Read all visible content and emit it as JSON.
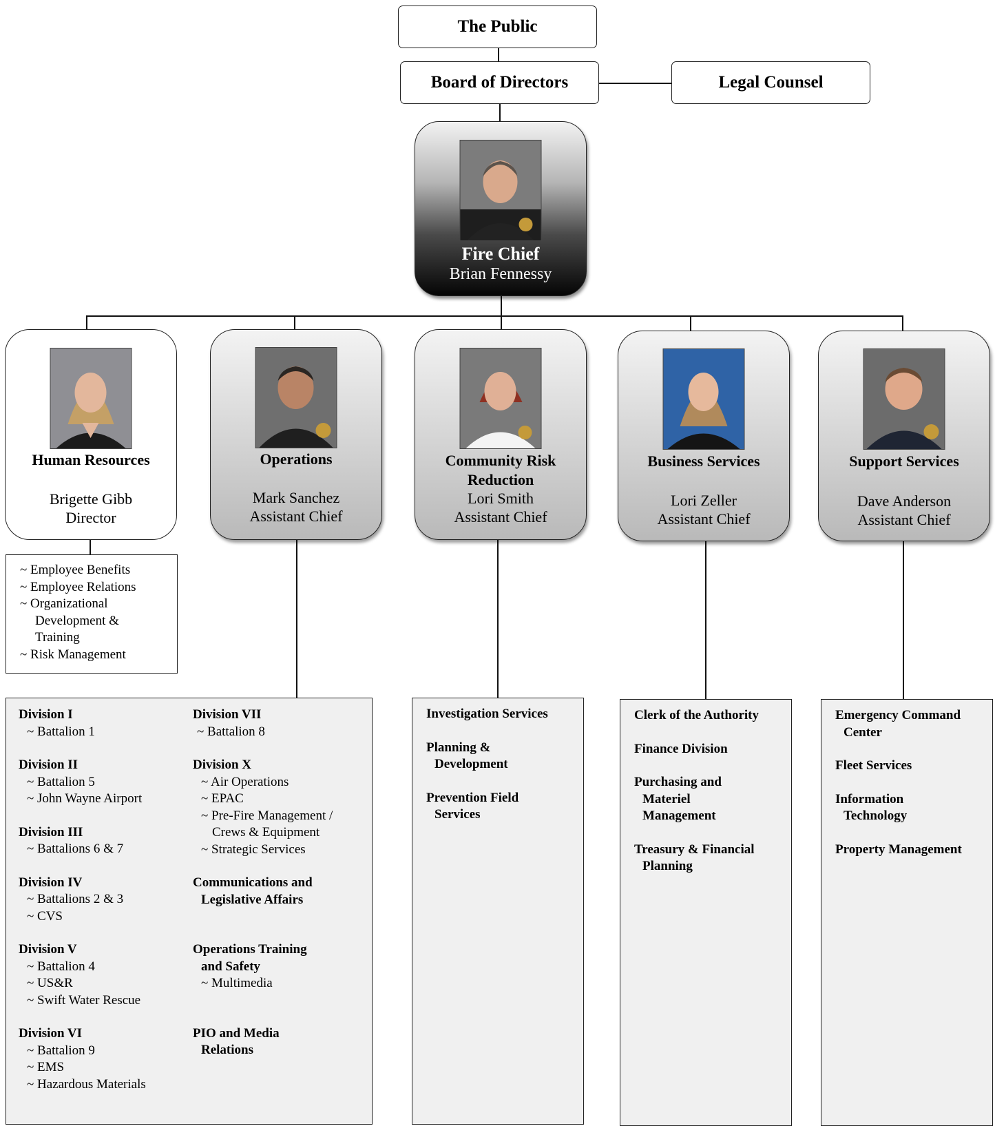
{
  "top": {
    "public": "The Public",
    "board": "Board of Directors",
    "legal": "Legal Counsel"
  },
  "chief": {
    "title": "Fire Chief",
    "name": "Brian Fennessy"
  },
  "departments": [
    {
      "title": "Human Resources",
      "name": "Brigette Gibb",
      "role": "Director"
    },
    {
      "title": "Operations",
      "name": "Mark Sanchez",
      "role": "Assistant Chief"
    },
    {
      "title_line1": "Community Risk",
      "title_line2": "Reduction",
      "name": "Lori Smith",
      "role": "Assistant Chief"
    },
    {
      "title": "Business Services",
      "name": "Lori Zeller",
      "role": "Assistant Chief"
    },
    {
      "title": "Support Services",
      "name": "Dave Anderson",
      "role": "Assistant Chief"
    }
  ],
  "hr_list": [
    "~ Employee Benefits",
    "~ Employee Relations",
    "~ Organizational",
    "Development &",
    "Training",
    "~ Risk Management"
  ],
  "operations": {
    "col1": [
      {
        "head": "Division I",
        "items": [
          "~ Battalion 1"
        ]
      },
      {
        "head": "Division II",
        "items": [
          "~ Battalion 5",
          "~ John Wayne Airport"
        ]
      },
      {
        "head": "Division III",
        "items": [
          "~ Battalions 6 & 7"
        ]
      },
      {
        "head": "Division IV",
        "items": [
          "~ Battalions 2 & 3",
          "~ CVS"
        ]
      },
      {
        "head": "Division V",
        "items": [
          "~ Battalion 4",
          "~ US&R",
          "~ Swift Water Rescue"
        ]
      },
      {
        "head": "Division VI",
        "items": [
          "~ Battalion 9",
          "~ EMS",
          "~ Hazardous Materials"
        ]
      }
    ],
    "col2": {
      "div7_head": "Division VII",
      "div7_item": "~ Battalion 8",
      "div10_head": "Division X",
      "div10_items": [
        "~ Air Operations",
        "~ EPAC",
        "~ Pre-Fire Management /",
        "Crews & Equipment",
        "~ Strategic Services"
      ],
      "comm_l1": "Communications and",
      "comm_l2": "Legislative Affairs",
      "train_l1": "Operations Training",
      "train_l2": "and Safety",
      "train_item": "~ Multimedia",
      "pio_l1": "PIO and Media",
      "pio_l2": "Relations"
    }
  },
  "crr_list": {
    "a": "Investigation Services",
    "b1": "Planning &",
    "b2": "Development",
    "c1": "Prevention Field",
    "c2": "Services"
  },
  "business_list": {
    "a": "Clerk of the Authority",
    "b": "Finance Division",
    "c1": "Purchasing and",
    "c2": "Materiel",
    "c3": "Management",
    "d1": "Treasury & Financial",
    "d2": "Planning"
  },
  "support_list": {
    "a1": "Emergency Command",
    "a2": "Center",
    "b": "Fleet Services",
    "c1": "Information",
    "c2": "Technology",
    "d": "Property Management"
  }
}
